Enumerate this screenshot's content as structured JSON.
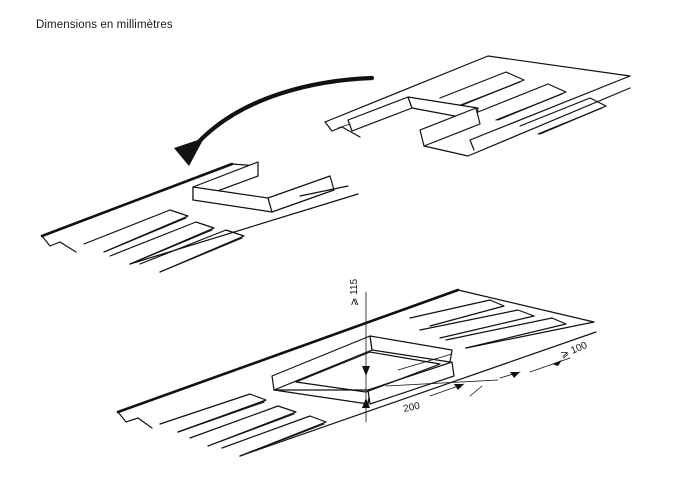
{
  "title": "Dimensions en millimètres",
  "dimensions": {
    "height_min": "⩾ 115",
    "length": "200",
    "width_min": "⩾ 100"
  }
}
